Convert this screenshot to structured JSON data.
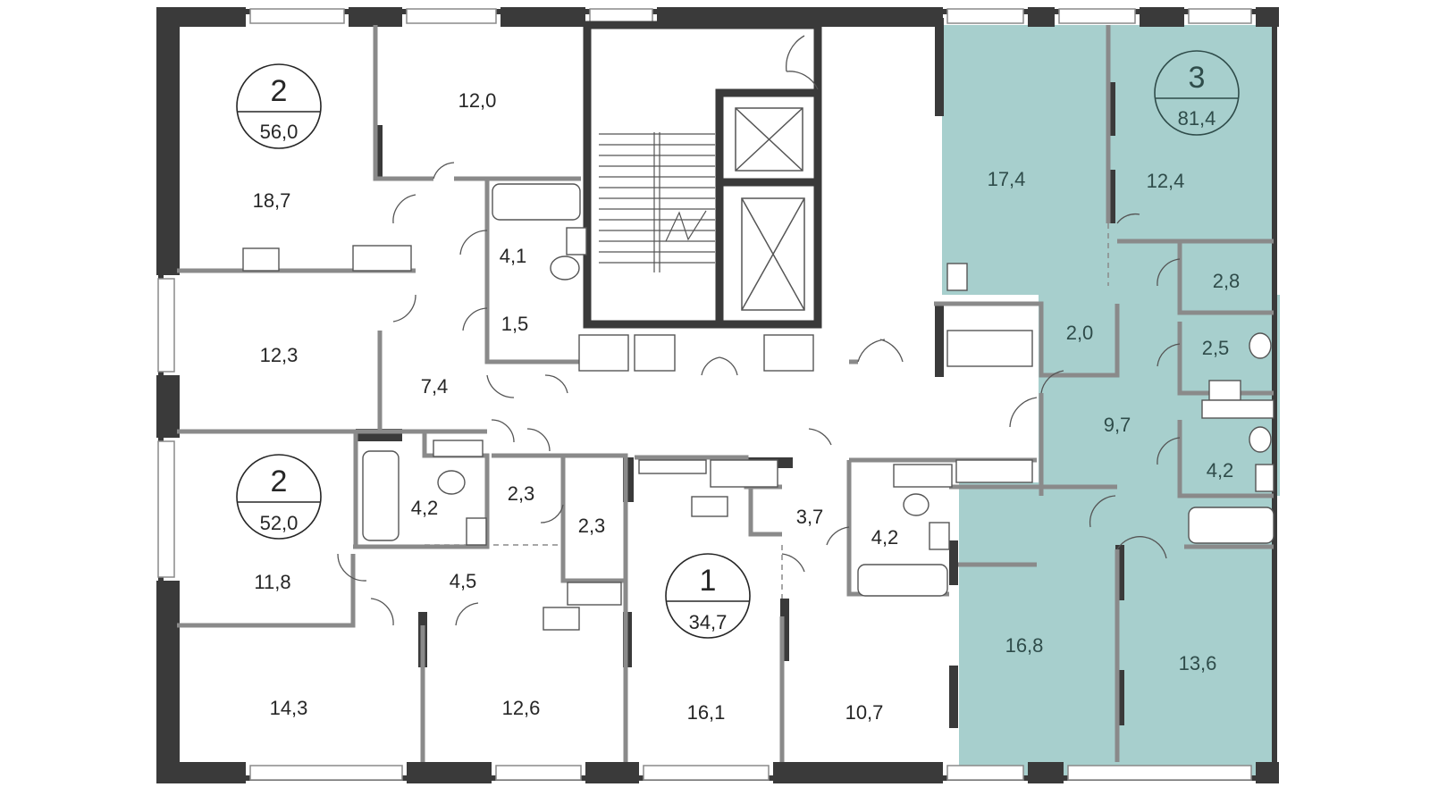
{
  "highlight_color": "#a7cfcd",
  "wall_color": "#3a3a3a",
  "partition_color": "#8a8a8a",
  "units": [
    {
      "rooms": "2",
      "area": "56,0"
    },
    {
      "rooms": "2",
      "area": "52,0"
    },
    {
      "rooms": "1",
      "area": "34,7"
    },
    {
      "rooms": "3",
      "area": "81,4"
    }
  ],
  "room_areas": {
    "u1_living": "18,7",
    "u1_bedroom": "12,0",
    "u1_bath": "4,1",
    "u1_wc": "1,5",
    "u1_kitchen": "12,3",
    "u1_hall": "7,4",
    "u2_kitchen": "11,8",
    "u2_bath": "4,2",
    "u2_storage_a": "2,3",
    "u2_storage_b": "2,3",
    "u2_hall": "4,5",
    "u2_living": "14,3",
    "u2_bedroom": "12,6",
    "u3_living": "16,1",
    "u3_hall": "3,7",
    "u3_bath": "4,2",
    "u3_kitchen": "10,7",
    "u4_living": "17,4",
    "u4_bedroom_a": "12,4",
    "u4_closet_a": "2,0",
    "u4_closet_b": "2,8",
    "u4_wc": "2,5",
    "u4_hall": "9,7",
    "u4_bath": "4,2",
    "u4_bedroom_b": "16,8",
    "u4_bedroom_c": "13,6"
  }
}
